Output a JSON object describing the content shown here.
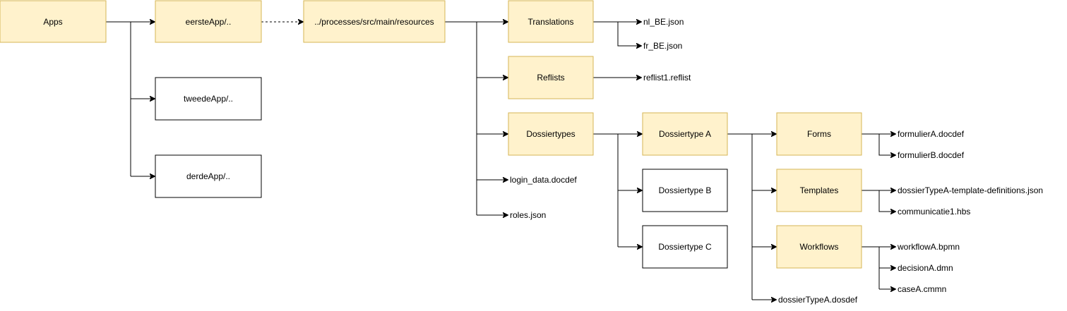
{
  "diagram": {
    "colors": {
      "folder_fill": "#fff2cc",
      "folder_stroke": "#d6b656",
      "box_fill": "#ffffff",
      "box_stroke": "#000000",
      "edge": "#000000"
    },
    "nodes": {
      "apps": "Apps",
      "eerste_app": "eersteApp/..",
      "tweede_app": "tweedeApp/..",
      "derde_app": "derdeApp/..",
      "resources": "../processes/src/main/resources",
      "translations": "Translations",
      "nl_be": "nl_BE.json",
      "fr_be": "fr_BE.json",
      "reflists": "Reflists",
      "reflist1": "reflist1.reflist",
      "dossiertypes": "Dossiertypes",
      "login_data": "login_data.docdef",
      "roles": "roles.json",
      "dossiertype_a": "Dossiertype A",
      "dossiertype_b": "Dossiertype B",
      "dossiertype_c": "Dossiertype C",
      "forms": "Forms",
      "formulier_a": "formulierA.docdef",
      "formulier_b": "formulierB.docdef",
      "templates": "Templates",
      "template_defs": "dossierTypeA-template-definitions.json",
      "communicatie1": "communicatie1.hbs",
      "workflows": "Workflows",
      "workflow_a": "workflowA.bpmn",
      "decision_a": "decisionA.dmn",
      "case_a": "caseA.cmmn",
      "dossiertype_a_def": "dossierTypeA.dosdef"
    }
  }
}
